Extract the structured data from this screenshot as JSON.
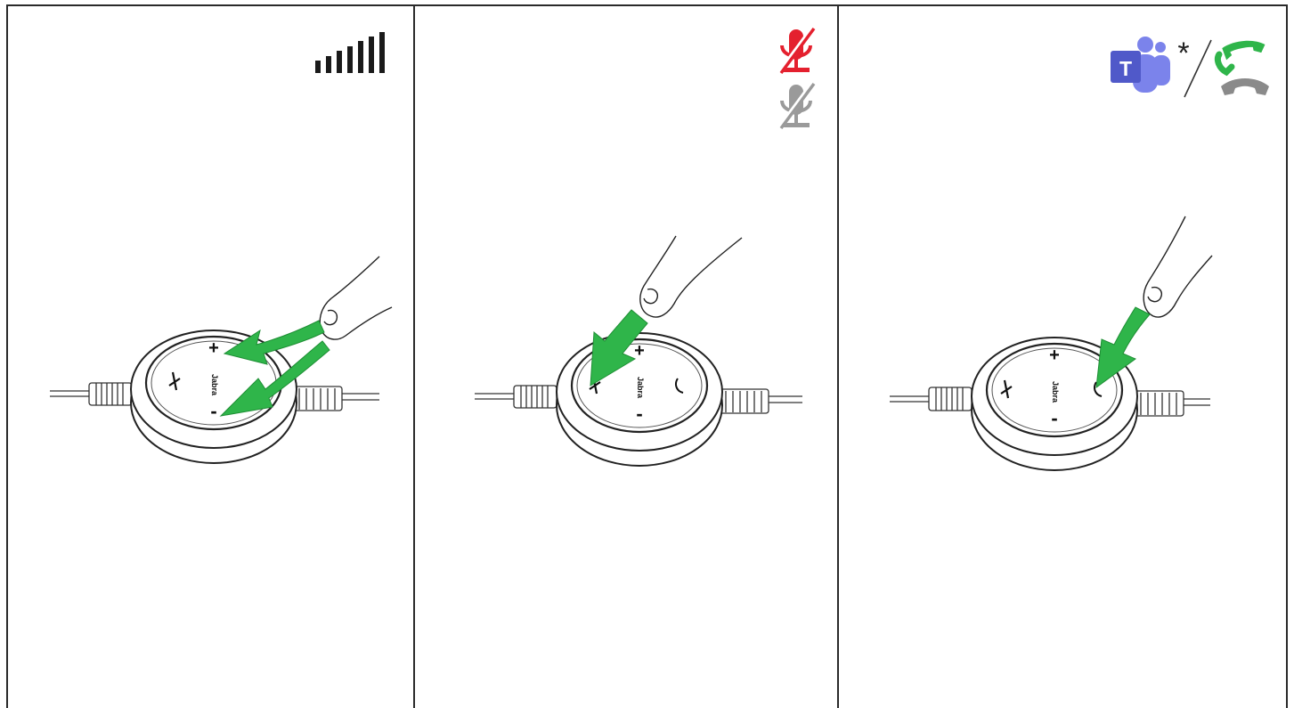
{
  "panels": [
    {
      "id": "volume",
      "indicator_icon": "volume-level-bars-icon",
      "gesture_icon": "finger-press-and-slide-icon"
    },
    {
      "id": "mute",
      "indicator_icons": [
        "mic-muted-red-icon",
        "mic-muted-grey-icon"
      ],
      "gesture_icon": "finger-press-icon"
    },
    {
      "id": "call",
      "indicator_icons": [
        "microsoft-teams-icon",
        "answer-call-icon",
        "end-call-icon"
      ],
      "teams_letter": "T",
      "footnote_marker": "*",
      "gesture_icon": "finger-press-icon"
    }
  ],
  "controller": {
    "plus_label": "+",
    "minus_label": "-",
    "brand_label": "Jabra"
  },
  "colors": {
    "arrow_green": "#2fb54a",
    "mic_red": "#e4202e",
    "mic_grey": "#9a9a9a",
    "teams_purple": "#5059c9",
    "call_green": "#2fb54a",
    "end_call_grey": "#8a8a8a",
    "line": "#2a2a2a"
  }
}
